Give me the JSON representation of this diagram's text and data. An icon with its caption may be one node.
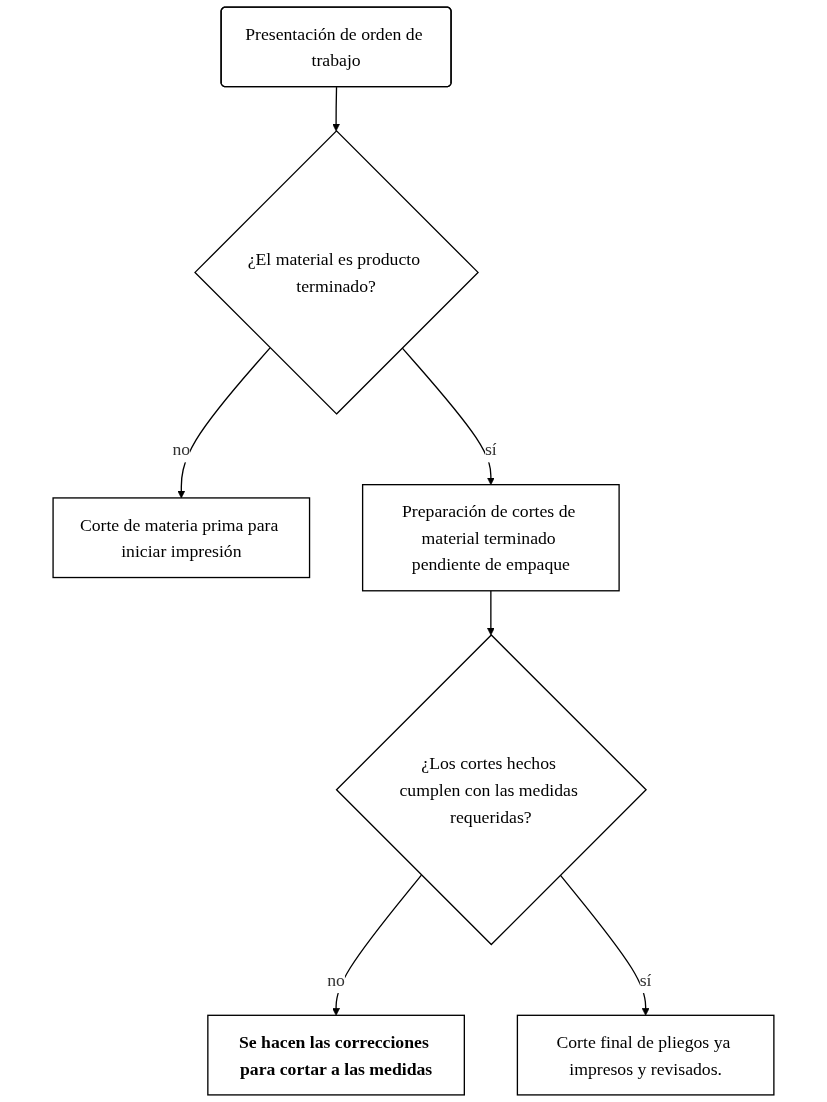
{
  "diagram": {
    "nodes": [
      {
        "text": [
          "Presentación de orden de trabajo"
        ]
      },
      {
        "text": [
          "¿El material es producto terminado?"
        ]
      },
      {
        "text": [
          "Corte de materia prima para iniciar impresión"
        ]
      },
      {
        "text": [
          "Preparación de cortes de material terminado pendiente de empaque"
        ]
      },
      {
        "text": [
          "¿Los cortes hechos cumplen con las medidas requeridas?"
        ]
      },
      {
        "text": [
          "Se hacen las correcciones para cortar a las medidas"
        ]
      },
      {
        "text": [
          "Corte final de pliegos ya impresos y revisados."
        ]
      }
    ],
    "edges": [
      {
        "from": 0,
        "to": 1,
        "arrow": "to"
      },
      {
        "from": 1,
        "to": 2,
        "arrow": "to",
        "label": "no"
      },
      {
        "from": 1,
        "to": 3,
        "arrow": "to",
        "label": "sí"
      },
      {
        "from": 3,
        "to": 4,
        "arrow": "to"
      },
      {
        "from": 4,
        "to": 5,
        "arrow": "to",
        "label": "no"
      },
      {
        "from": 4,
        "to": 6,
        "arrow": "to",
        "label": "sí"
      }
    ]
  }
}
